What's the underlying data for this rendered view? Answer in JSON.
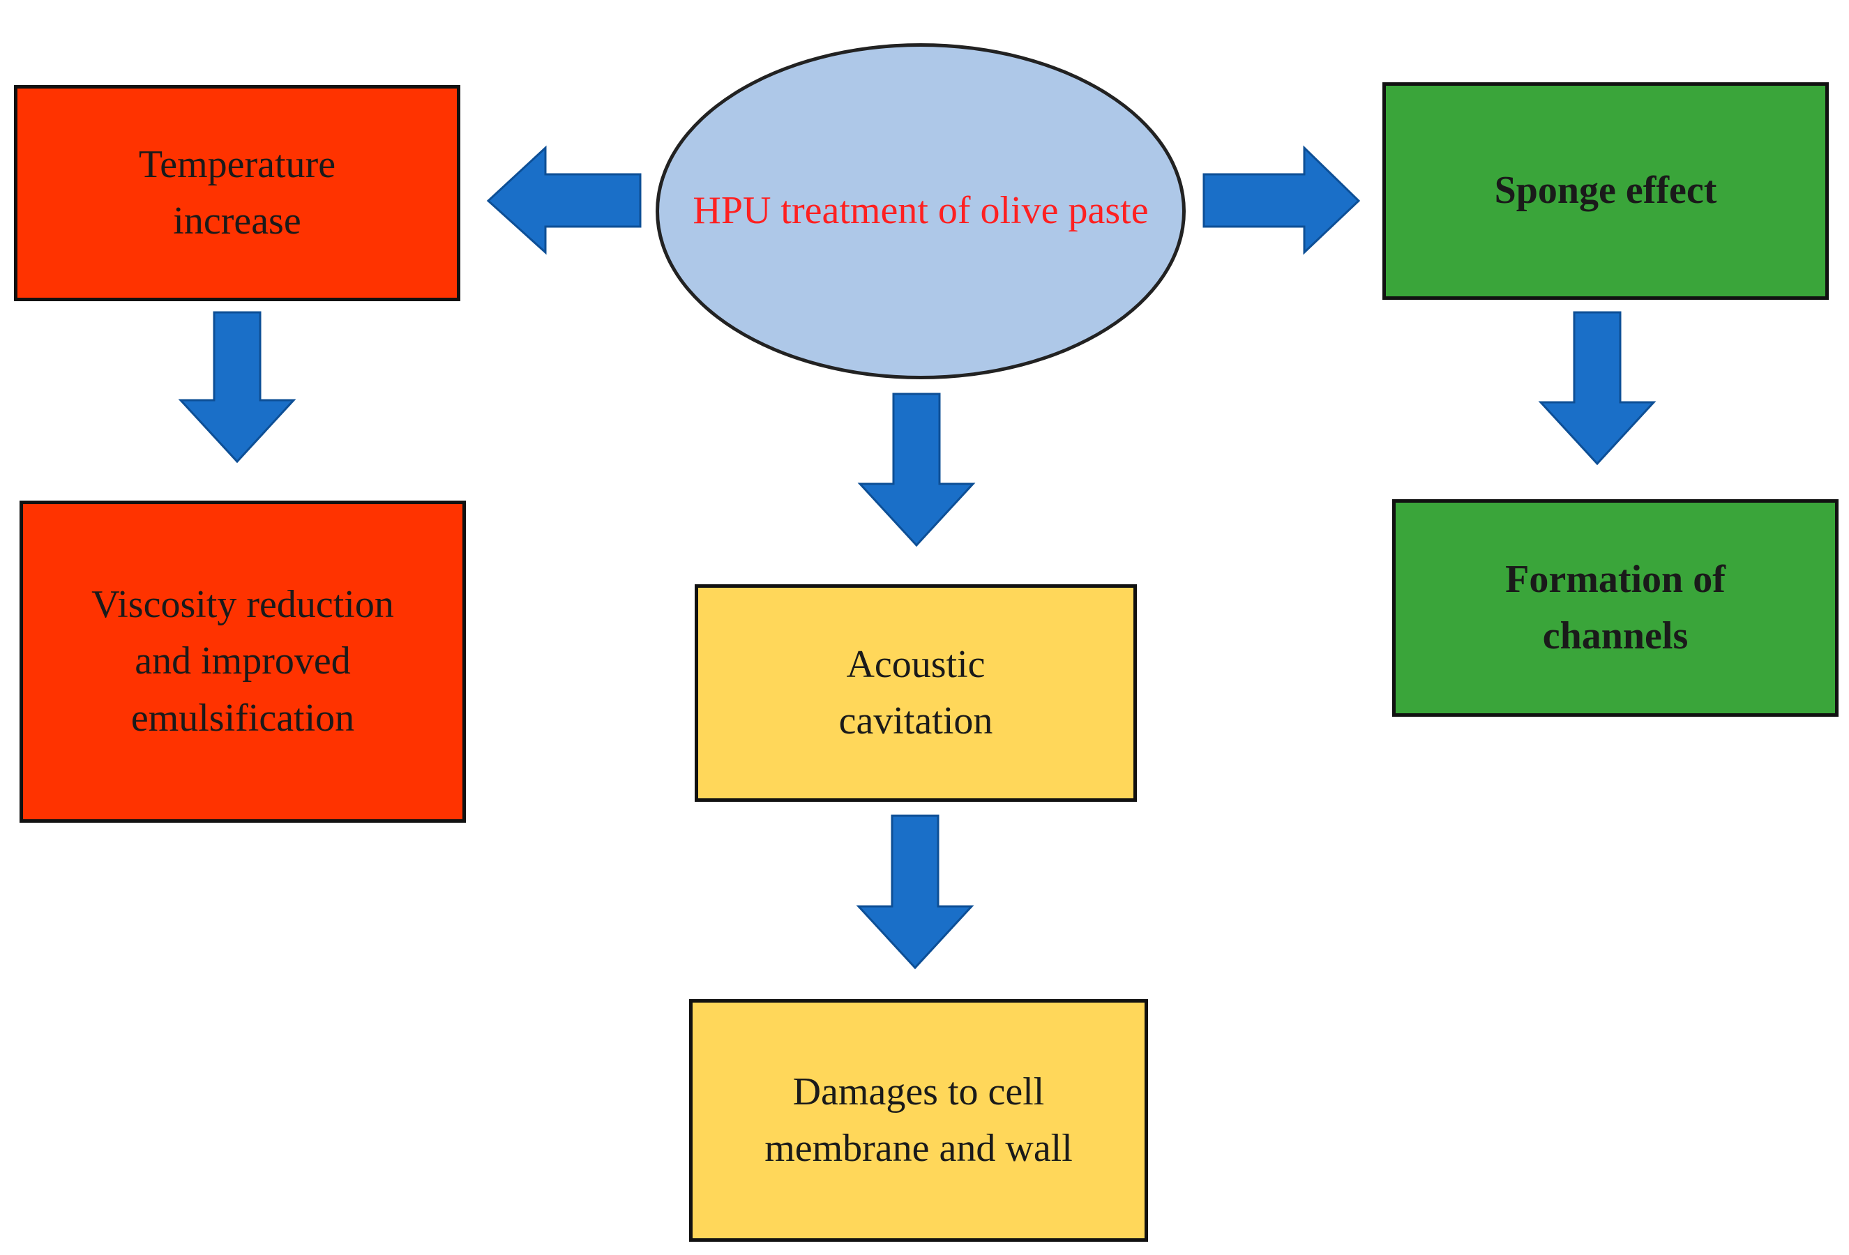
{
  "colors": {
    "red_box": "#ff3300",
    "yellow_box": "#ffd75a",
    "green_box": "#3aa53a",
    "center_fill": "#aec8e8",
    "center_text": "#ff2020",
    "arrow": "#1a6fc8"
  },
  "center": {
    "line1": "HPU treatment",
    "line2": "of olive paste"
  },
  "left": {
    "top_line1": "Temperature",
    "top_line2": "increase",
    "bottom_line1": "Viscosity reduction",
    "bottom_line2": "and improved",
    "bottom_line3": "emulsification"
  },
  "middle": {
    "top_line1": "Acoustic",
    "top_line2": "cavitation",
    "bottom_line1": "Damages to cell",
    "bottom_line2": "membrane and wall"
  },
  "right": {
    "top_line1": "Sponge effect",
    "bottom_line1": "Formation of",
    "bottom_line2": "channels"
  },
  "icons": {
    "left_arrow": "arrow-left-icon",
    "right_arrow": "arrow-right-icon",
    "down_arrow": "arrow-down-icon"
  }
}
